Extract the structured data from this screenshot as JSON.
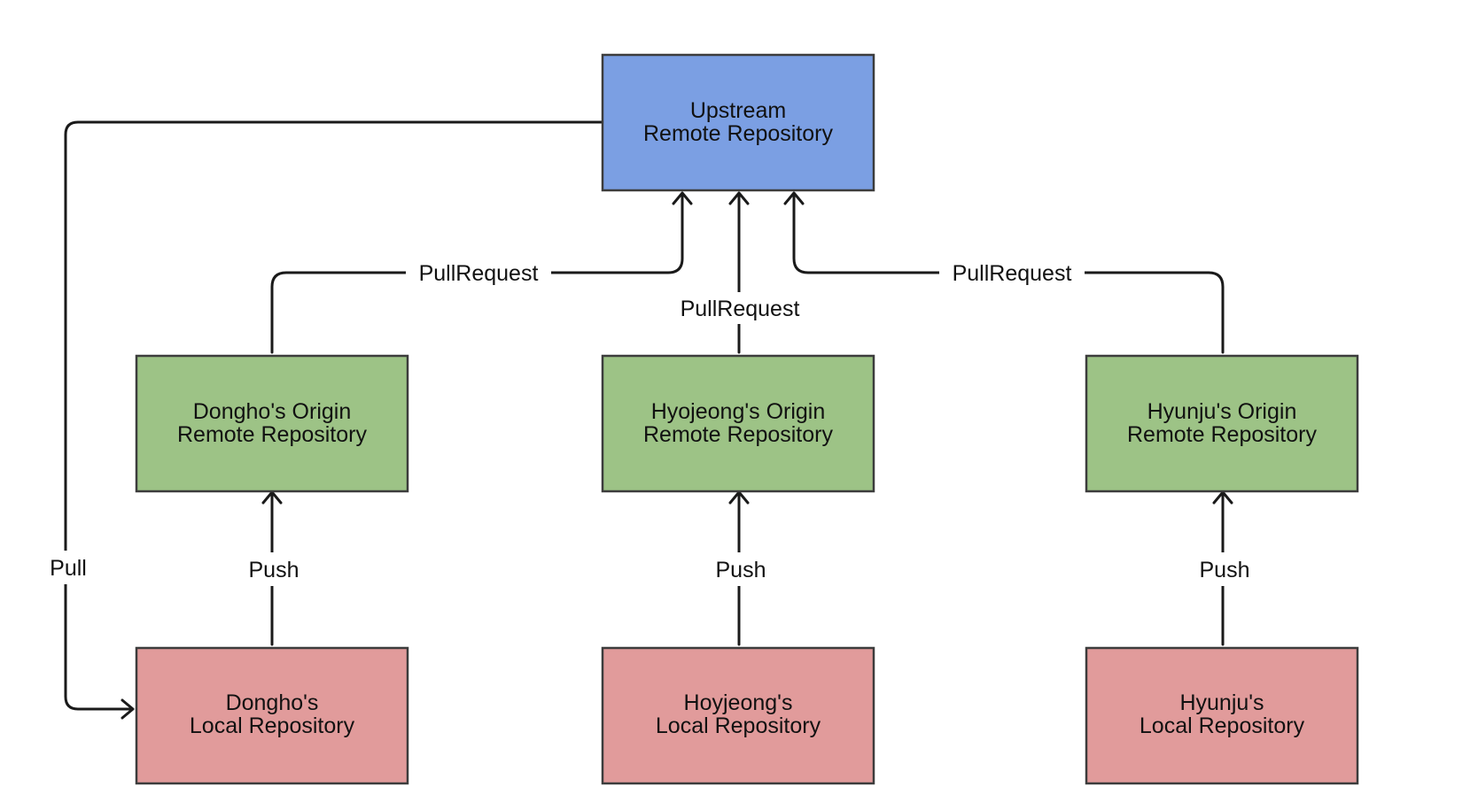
{
  "nodes": {
    "upstream": {
      "line1": "Upstream",
      "line2": "Remote Repository"
    },
    "dongho_origin": {
      "line1": "Dongho's Origin",
      "line2": "Remote Repository"
    },
    "hyojeong_origin": {
      "line1": "Hyojeong's Origin",
      "line2": "Remote Repository"
    },
    "hyunju_origin": {
      "line1": "Hyunju's Origin",
      "line2": "Remote Repository"
    },
    "dongho_local": {
      "line1": "Dongho's",
      "line2": "Local Repository"
    },
    "hoyjeong_local": {
      "line1": "Hoyjeong's",
      "line2": "Local Repository"
    },
    "hyunju_local": {
      "line1": "Hyunju's",
      "line2": "Local Repository"
    }
  },
  "edges": {
    "pull": "Pull",
    "push_dongho": "Push",
    "push_hyojeong": "Push",
    "push_hyunju": "Push",
    "pr_dongho": "PullRequest",
    "pr_hyojeong": "PullRequest",
    "pr_hyunju": "PullRequest"
  },
  "colors": {
    "upstream": "#7b9fe3",
    "origin": "#9dc386",
    "local": "#e19b9b"
  }
}
